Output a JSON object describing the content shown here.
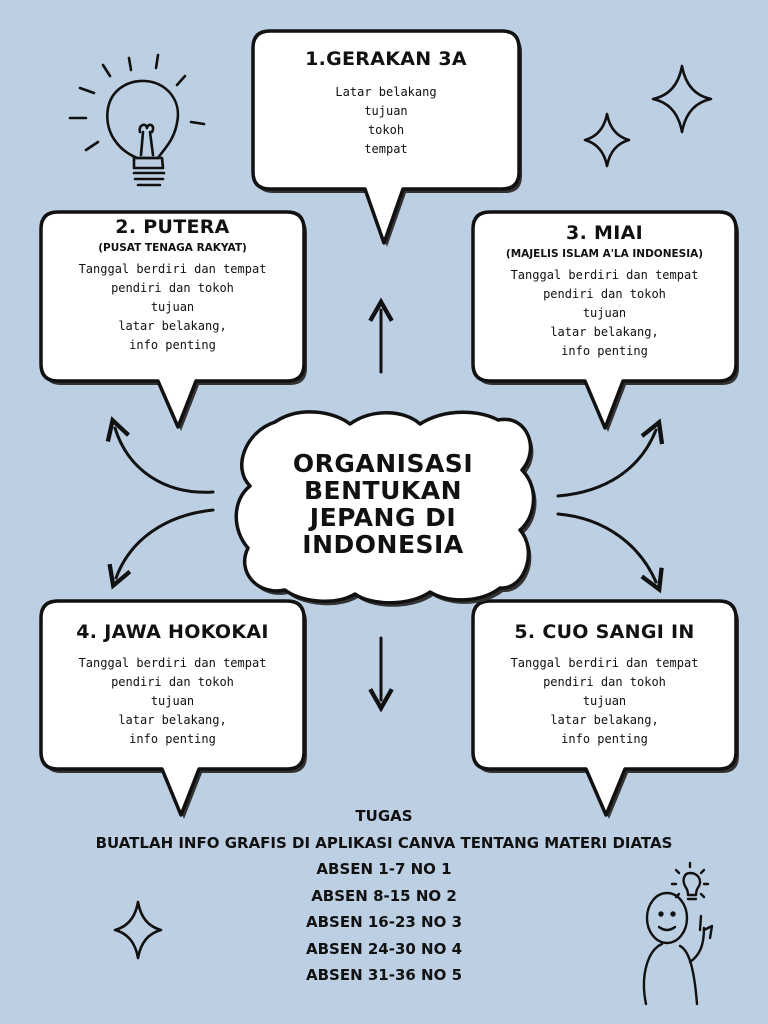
{
  "nodes": {
    "gerakan": {
      "title": "1.GERAKAN 3A",
      "lines": [
        "Latar belakang",
        "tujuan",
        "tokoh",
        "tempat"
      ]
    },
    "putera": {
      "title": "2. PUTERA",
      "subtitle": "(PUSAT TENAGA RAKYAT)",
      "lines": [
        "Tanggal berdiri dan tempat",
        "pendiri dan tokoh",
        "tujuan",
        "latar belakang,",
        "info penting"
      ]
    },
    "miai": {
      "title": "3. MIAI",
      "subtitle": "(MAJELIS ISLAM A'LA INDONESIA)",
      "lines": [
        "Tanggal berdiri dan tempat",
        "pendiri dan tokoh",
        "tujuan",
        "latar belakang,",
        "info penting"
      ]
    },
    "jawa": {
      "title": "4. JAWA HOKOKAI",
      "lines": [
        "Tanggal berdiri dan tempat",
        "pendiri dan tokoh",
        "tujuan",
        "latar belakang,",
        "info penting"
      ]
    },
    "cuo": {
      "title": "5. CUO SANGI IN",
      "lines": [
        "Tanggal berdiri dan tempat",
        "pendiri dan tokoh",
        "tujuan",
        "latar belakang,",
        "info penting"
      ]
    }
  },
  "center": {
    "lines": [
      "ORGANISASI",
      "BENTUKAN",
      "JEPANG DI",
      "INDONESIA"
    ]
  },
  "task": {
    "heading": "TUGAS",
    "instruction": "BUATLAH INFO GRAFIS DI APLIKASI CANVA TENTANG MATERI DIATAS",
    "assignments": [
      "ABSEN 1-7  NO 1",
      "ABSEN 8-15 NO 2",
      "ABSEN 16-23 NO 3",
      "ABSEN 24-30 NO 4",
      "ABSEN 31-36 NO 5"
    ]
  },
  "decorations": [
    "lightbulb-icon",
    "sparkle-icon",
    "thinking-person-icon"
  ],
  "colors": {
    "background": "#bccfe3",
    "bubble": "#ffffff",
    "ink": "#111111",
    "shadow": "#333333"
  }
}
